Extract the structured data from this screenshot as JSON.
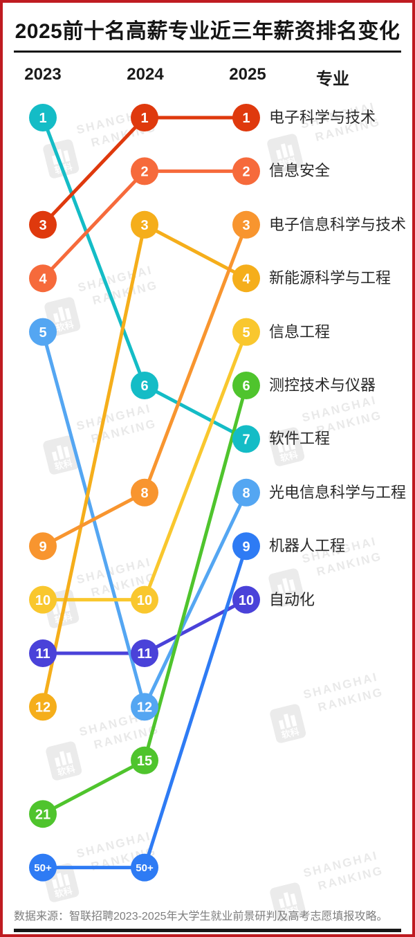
{
  "title": "2025前十名高薪专业近三年薪资排名变化",
  "columns": {
    "major_header": "专业"
  },
  "footer": {
    "source": "数据来源：智联招聘2023-2025年大学生就业前景研判及高考志愿填报攻略。"
  },
  "watermark": {
    "brand_line1": "SHANGHAI",
    "brand_line2": "RANKING",
    "logo_text": "软科"
  },
  "theme": {
    "border_red": "#BF1B21",
    "title_color": "#141414",
    "rule_black": "#161616",
    "footer_gray": "#7E7E7E",
    "watermark_gray": "#E7E7E7",
    "node_text": "#FFFFFF"
  },
  "chart_data": {
    "type": "line",
    "subtype": "bump-ranking",
    "title": "2025前十名高薪专业近三年薪资排名变化",
    "x": [
      "2023",
      "2024",
      "2025"
    ],
    "row_ranks": [
      "1",
      "2",
      "3",
      "4",
      "5",
      "6",
      "7",
      "8",
      "9",
      "10",
      "11",
      "12",
      "15",
      "21",
      "50+"
    ],
    "legend_position": "right-labels",
    "grid": false,
    "series": [
      {
        "name": "电子科学与技术",
        "color": "#DF390D",
        "ranks": [
          "3",
          "1",
          "1"
        ]
      },
      {
        "name": "信息安全",
        "color": "#F66A3B",
        "ranks": [
          "4",
          "2",
          "2"
        ]
      },
      {
        "name": "电子信息科学与技术",
        "color": "#F8952F",
        "ranks": [
          "9",
          "8",
          "3"
        ]
      },
      {
        "name": "新能源科学与工程",
        "color": "#F5AE1B",
        "ranks": [
          "12",
          "3",
          "4"
        ]
      },
      {
        "name": "信息工程",
        "color": "#F9C72E",
        "ranks": [
          "10",
          "10",
          "5"
        ]
      },
      {
        "name": "测控技术与仪器",
        "color": "#4FC42D",
        "ranks": [
          "21",
          "15",
          "6"
        ]
      },
      {
        "name": "软件工程",
        "color": "#14BCC6",
        "ranks": [
          "1",
          "6",
          "7"
        ]
      },
      {
        "name": "光电信息科学与工程",
        "color": "#54A6F2",
        "ranks": [
          "5",
          "12",
          "8"
        ]
      },
      {
        "name": "机器人工程",
        "color": "#2E7BF4",
        "ranks": [
          "50+",
          "50+",
          "9"
        ]
      },
      {
        "name": "自动化",
        "color": "#4A42D9",
        "ranks": [
          "11",
          "11",
          "10"
        ]
      }
    ]
  }
}
